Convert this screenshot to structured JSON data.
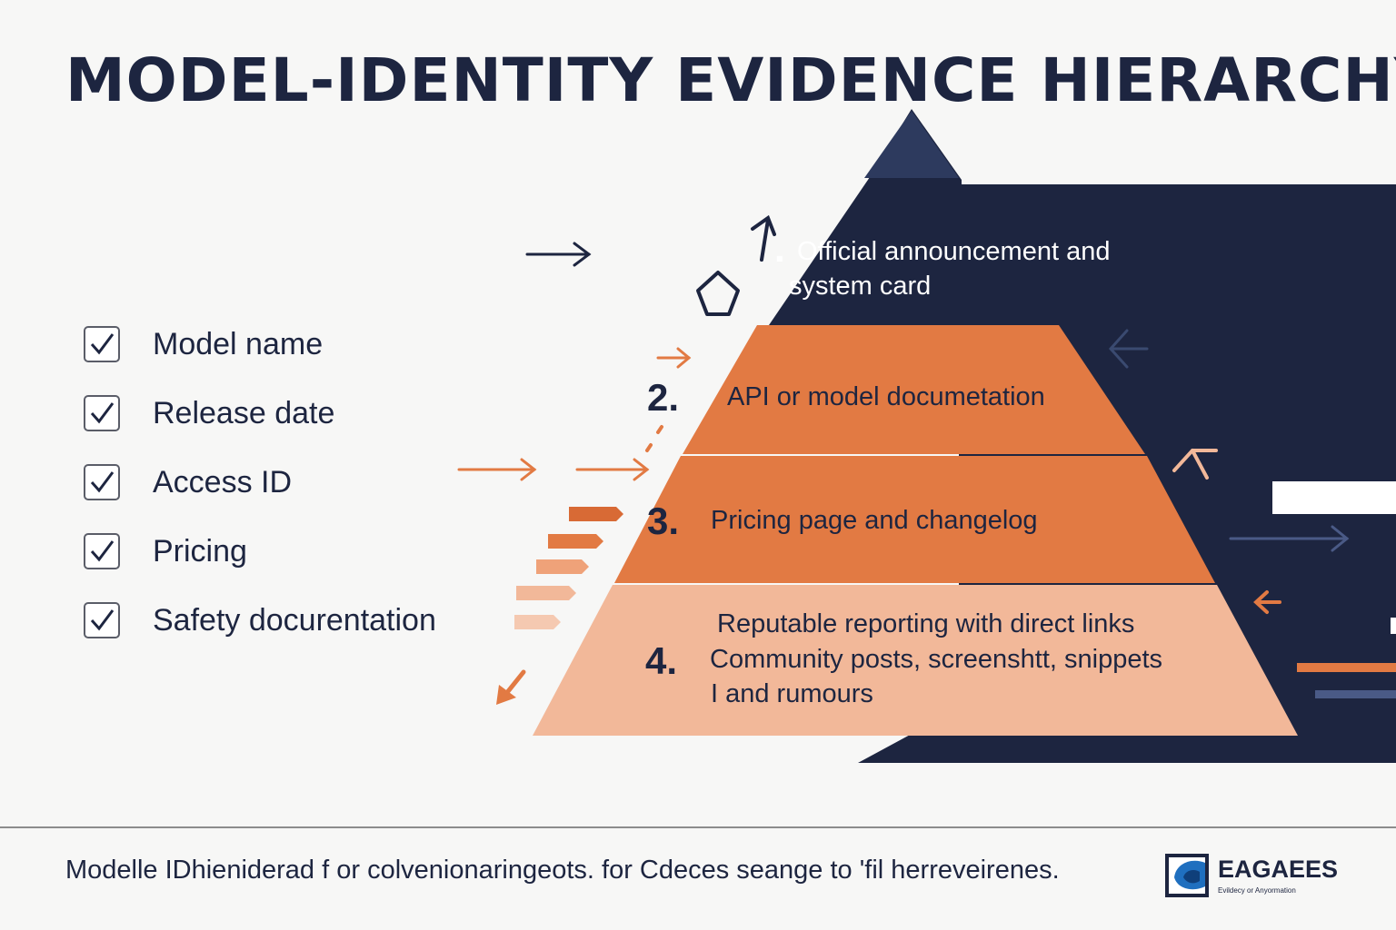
{
  "title": "MODEL-IDENTITY EVIDENCE HIERARCHY",
  "checklist": [
    {
      "label": "Model name",
      "checked": true
    },
    {
      "label": "Release date",
      "checked": true
    },
    {
      "label": "Access ID",
      "checked": true
    },
    {
      "label": "Pricing",
      "checked": true
    },
    {
      "label": "Safety docurentation",
      "checked": true
    }
  ],
  "tiers": [
    {
      "number": ".",
      "lines": [
        "Official announcement and",
        "system card"
      ]
    },
    {
      "number": "2.",
      "lines": [
        "API or model documetation"
      ]
    },
    {
      "number": "3.",
      "lines": [
        "Pricing page and changelog"
      ]
    },
    {
      "number": "4.",
      "lines": [
        "Reputable reporting with direct links",
        "Community posts, screenshtt, snippets",
        "I and rumours"
      ]
    }
  ],
  "footer": {
    "caption": "Modelle IDhieniderad f or colvenionaringeots. for Cdeces seange to 'fil herreveirenes.",
    "logo_name": "EAGAEES",
    "logo_tagline": "Evildecy or Anyormation"
  },
  "colors": {
    "navy": "#1d2540",
    "orange": "#e27a43",
    "orange_light": "#f2b899",
    "background": "#f7f7f6"
  }
}
